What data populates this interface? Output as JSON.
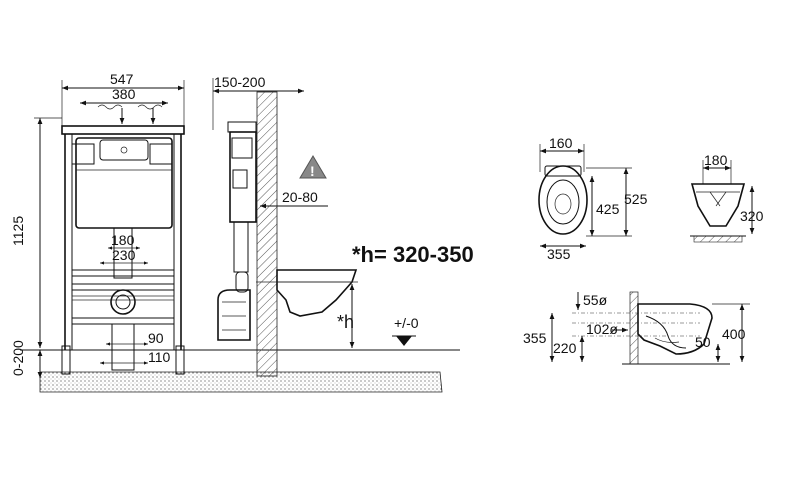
{
  "front_view": {
    "width_total": "547",
    "width_inner": "380",
    "height_total": "1125",
    "floor_adjust": "0-200",
    "lower_dim_a": "180",
    "lower_dim_b": "230",
    "bottom_dim_a": "90",
    "bottom_dim_b": "110"
  },
  "side_view": {
    "depth": "150-200",
    "wall_offset": "20-80",
    "height_note": "*h= 320-350",
    "h_label": "*h",
    "level_label": "+/-0"
  },
  "bowl_top": {
    "width": "160",
    "length_inner": "425",
    "length_total": "525",
    "width_total": "355"
  },
  "bowl_front": {
    "width": "180",
    "height": "320"
  },
  "bowl_side": {
    "dim_55": "55ø",
    "dim_102": "102ø",
    "dim_355": "355",
    "dim_220": "220",
    "dim_400": "400",
    "dim_50": "50"
  },
  "colors": {
    "line": "#111111",
    "hatch": "#555555",
    "warning": "#888888"
  }
}
